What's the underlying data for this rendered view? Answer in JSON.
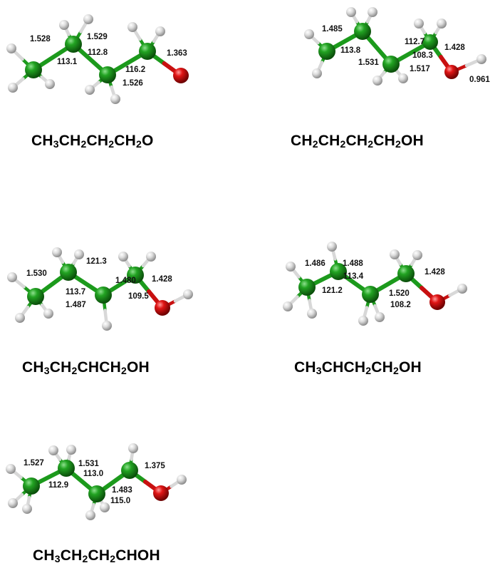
{
  "molecules": [
    {
      "formula": "CH3CH2CH2CH2O",
      "values": [
        "1.528",
        "1.529",
        "112.8",
        "113.1",
        "116.2",
        "1.363",
        "1.526"
      ]
    },
    {
      "formula": "CH2CH2CH2CH2OH",
      "values": [
        "1.485",
        "113.8",
        "112.7",
        "1.428",
        "108.3",
        "1.531",
        "1.517",
        "0.961"
      ]
    },
    {
      "formula": "CH3CH2CHCH2OH",
      "values": [
        "121.3",
        "1.530",
        "1.480",
        "1.428",
        "113.7",
        "1.487",
        "109.5"
      ]
    },
    {
      "formula": "CH3CHCH2CH2OH",
      "values": [
        "1.486",
        "1.488",
        "113.4",
        "1.428",
        "121.2",
        "1.520",
        "108.2"
      ]
    },
    {
      "formula": "CH3CH2CH2CHOH",
      "values": [
        "1.527",
        "1.531",
        "113.0",
        "1.375",
        "112.9",
        "1.483",
        "115.0"
      ]
    }
  ],
  "colors": {
    "carbon": "#138a13",
    "oxygen": "#d10e0e",
    "hydrogen": "#d9d9d9",
    "bond": "#1c9a1c"
  }
}
